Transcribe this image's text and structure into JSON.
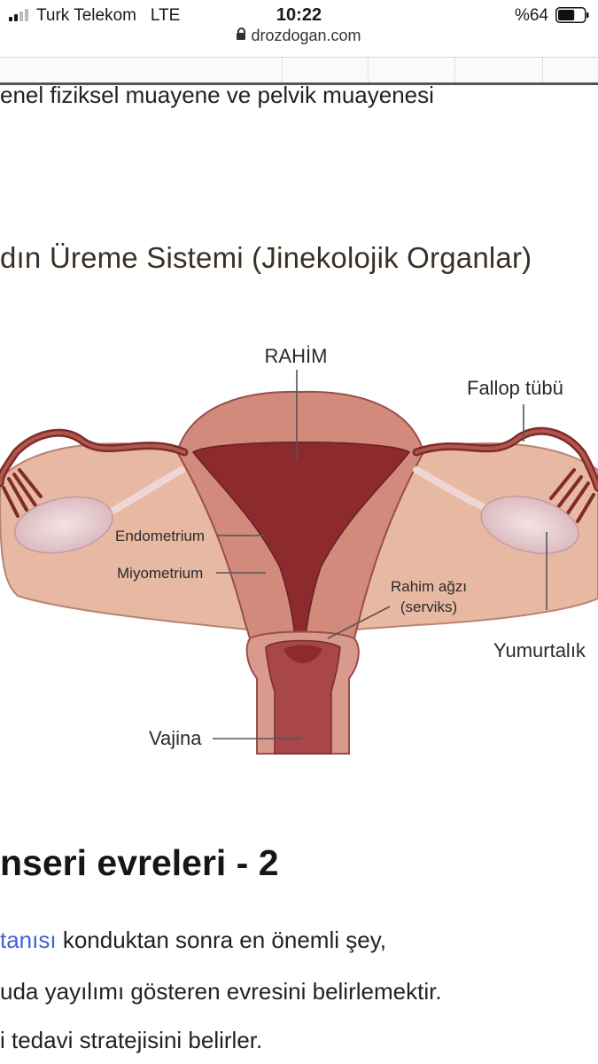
{
  "status_bar": {
    "carrier": "Turk Telekom",
    "network": "LTE",
    "time": "10:22",
    "battery_percent": "%64",
    "battery_level": 0.64
  },
  "url_bar": {
    "domain": "drozdogan.com"
  },
  "content": {
    "top_line": "enel fiziksel muayene ve pelvik muayenesi",
    "figure": {
      "title": "dın Üreme Sistemi (Jinekolojik Organlar)",
      "labels": {
        "rahim": "RAHİM",
        "fallop": "Fallop tübü",
        "endometrium": "Endometrium",
        "miyometrium": "Miyometrium",
        "rahim_agzi_1": "Rahim ağzı",
        "rahim_agzi_2": "(serviks)",
        "yumurtalik": "Yumurtalık",
        "vajina": "Vajina"
      }
    },
    "heading": "nseri evreleri - 2",
    "p1_link": "tanısı",
    "p1_rest": " konduktan sonra en önemli şey,",
    "p2": "uda yayılımı gösteren evresini belirlemektir.",
    "p3": "i tedavi stratejisini belirler."
  }
}
